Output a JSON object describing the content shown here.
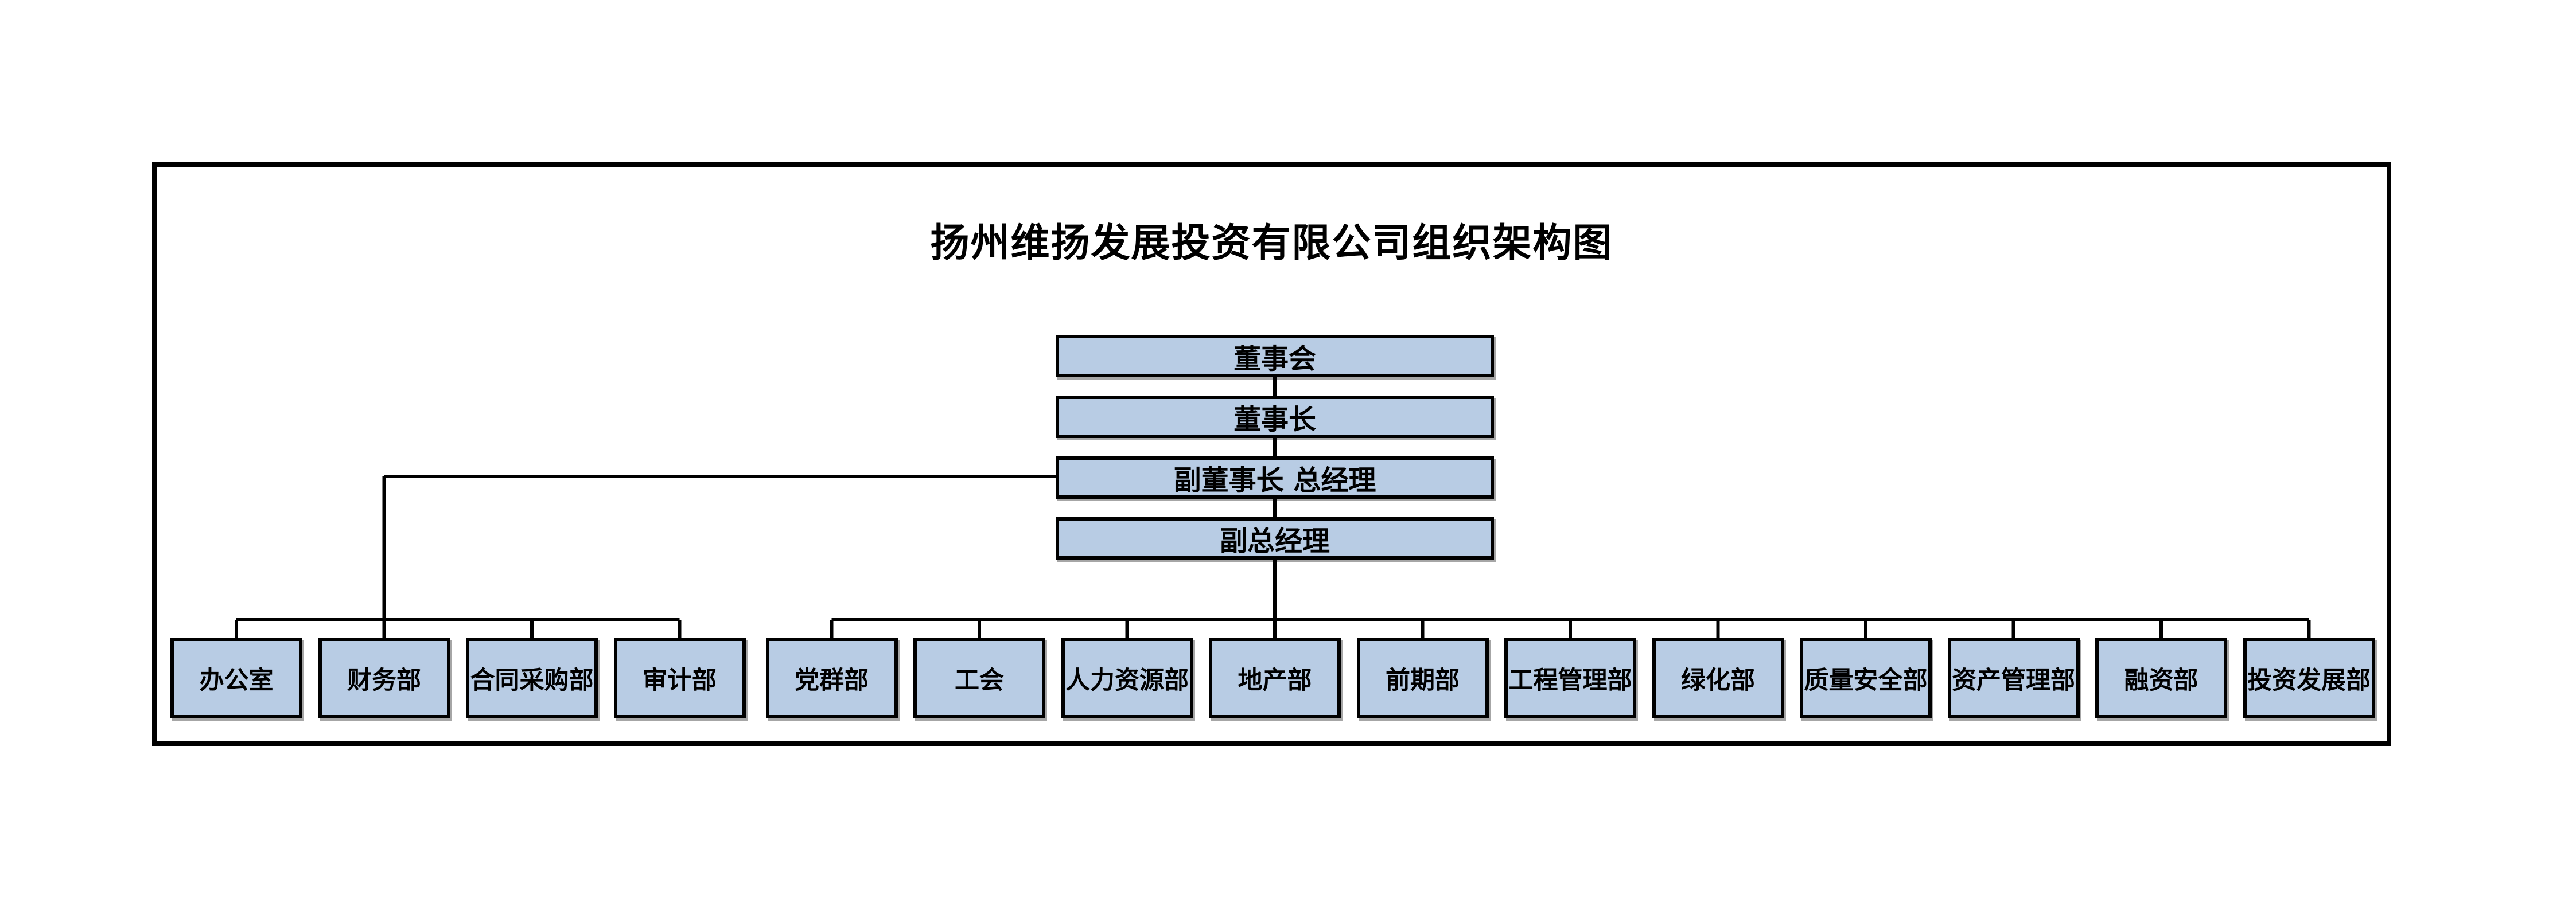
{
  "title": "扬州维扬发展投资有限公司组织架构图",
  "chain": [
    "董事会",
    "董事长",
    "副董事长 总经理",
    "副总经理"
  ],
  "departments_left": [
    "办公室",
    "财务部",
    "合同采购部",
    "审计部"
  ],
  "departments_right": [
    "党群部",
    "工会",
    "人力资源部",
    "地产部",
    "前期部",
    "工程管理部",
    "绿化部",
    "质量安全部",
    "资产管理部",
    "融资部",
    "投资发展部"
  ],
  "colors": {
    "box_fill": "#b8cce4",
    "line": "#000000",
    "background": "#ffffff"
  }
}
